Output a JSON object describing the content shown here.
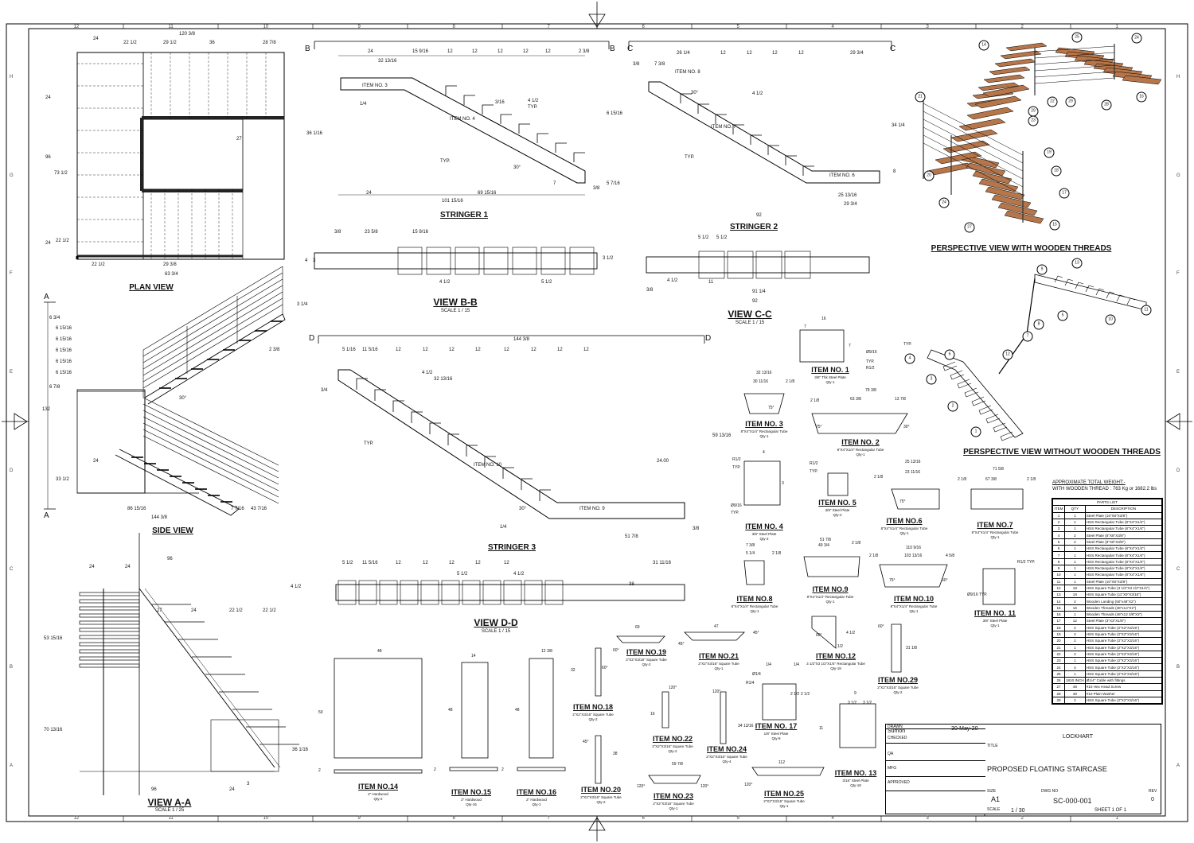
{
  "sheet": {
    "zone_numbers": [
      "12",
      "11",
      "10",
      "9",
      "8",
      "7",
      "6",
      "5",
      "4",
      "3",
      "2",
      "1"
    ],
    "zone_letters": [
      "H",
      "G",
      "F",
      "E",
      "D",
      "C",
      "B",
      "A"
    ]
  },
  "views": {
    "plan": {
      "label": "PLAN VIEW",
      "dims": [
        "120 3/8",
        "24",
        "22 1/2",
        "29 1/2",
        "36",
        "28 7/8",
        "96",
        "73 1/2",
        "27",
        "22 1/2",
        "24",
        "24",
        "63 3/4",
        "22 1/2",
        "29 3/8"
      ]
    },
    "side": {
      "label": "SIDE VIEW",
      "dims": [
        "6 3/4",
        "6 15/16",
        "6 15/16",
        "6 15/16",
        "6 15/16",
        "6 15/16",
        "6 7/8",
        "132",
        "33 1/2",
        "86 15/16",
        "144 3/8",
        "43 7/16",
        "7 7/16",
        "2 3/8",
        "24",
        "3 1/4"
      ],
      "section": "A",
      "angle": "30°"
    },
    "view_aa": {
      "label": "VIEW A-A",
      "scale": "SCALE 1 / 25",
      "dims": [
        "96",
        "24",
        "24",
        "27",
        "24",
        "22 1/2",
        "22 1/2",
        "53 15/16",
        "70 13/16",
        "36 1/16",
        "96",
        "24",
        "3"
      ]
    },
    "stringer1": {
      "label": "STRINGER 1",
      "section": "B",
      "dims": [
        "24",
        "15 9/16",
        "12",
        "12",
        "12",
        "12",
        "12",
        "2 3/8",
        "32 13/16",
        "36 1/16",
        "101 15/16",
        "69 15/16",
        "24",
        "3/8",
        "5 7/16",
        "6 15/16",
        "7"
      ],
      "callouts": [
        "ITEM NO. 3",
        "ITEM NO. 4",
        "1/4",
        "3/16",
        "4 1/2",
        "TYP.",
        "30°",
        "TYP."
      ]
    },
    "view_bb": {
      "label": "VIEW B-B",
      "scale": "SCALE 1 / 15",
      "dims": [
        "3/8",
        "23 5/8",
        "15 9/16",
        "4 1/2",
        "5 1/2",
        "4",
        "3",
        "3 1/2"
      ]
    },
    "stringer2": {
      "label": "STRINGER 2",
      "section": "C",
      "dims": [
        "26 1/4",
        "12",
        "12",
        "12",
        "12",
        "29 3/4",
        "7 3/8",
        "3/8",
        "92",
        "25 13/16",
        "29 3/4",
        "34 1/4",
        "8"
      ],
      "callouts": [
        "ITEM NO. 8",
        "ITEM NO. 7",
        "ITEM NO. 6",
        "30°",
        "TYP.",
        "4 1/2"
      ]
    },
    "view_cc": {
      "label": "VIEW C-C",
      "scale": "SCALE 1 / 15",
      "dims": [
        "5 1/2",
        "5 1/2",
        "4 1/2",
        "11",
        "91 1/4",
        "92",
        "3/8"
      ]
    },
    "stringer3": {
      "label": "STRINGER 3",
      "section": "D",
      "dims": [
        "144 3/8",
        "5 1/16",
        "11 5/16",
        "12",
        "12",
        "12",
        "12",
        "12",
        "12",
        "12",
        "12",
        "4 1/2",
        "32 13/16",
        "24.00",
        "51 7/8",
        "59 13/16",
        "3/8",
        "3/4"
      ],
      "callouts": [
        "ITEM NO. 10",
        "ITEM NO. 9",
        "30°",
        "TYP.",
        "1/4"
      ]
    },
    "view_dd": {
      "label": "VIEW D-D",
      "scale": "SCALE 1 / 15",
      "dims": [
        "5 1/2",
        "11 5/16",
        "12",
        "12",
        "12",
        "12",
        "12",
        "31 11/16",
        "5 1/2",
        "4 1/2",
        "38",
        "4 1/2"
      ]
    },
    "perspective_wood": {
      "label": "PERSPECTIVE VIEW WITH WOODEN THREADS",
      "balloons": [
        "14",
        "25",
        "24",
        "22",
        "29",
        "28",
        "16",
        "21",
        "23",
        "19",
        "18",
        "17",
        "15",
        "27",
        "24",
        "20",
        "29"
      ]
    },
    "perspective_no_wood": {
      "label": "PERSPECTIVE VIEW WITHOUT WOODEN THREADS",
      "balloons": [
        "13",
        "9",
        "11",
        "10",
        "5",
        "8",
        "7",
        "6",
        "12",
        "4",
        "3",
        "2",
        "1"
      ]
    }
  },
  "items": [
    {
      "id": "1",
      "label": "ITEM NO. 1",
      "desc": "3/8\" Thk Steel Plate",
      "qty": "Qty-1",
      "dims": [
        "16",
        "7",
        "7",
        "Ø9/16",
        "TYP.",
        "R1/2",
        "TYP."
      ]
    },
    {
      "id": "2",
      "label": "ITEM NO. 2",
      "desc": "8\"X4\"X1/4\" Rectangular Tube",
      "qty": "Qty-1",
      "dims": [
        "79 3/8",
        "63 3/8",
        "13 7/8",
        "2 1/8",
        "75°",
        "30°"
      ]
    },
    {
      "id": "3",
      "label": "ITEM NO. 3",
      "desc": "8\"X4\"X1/4\" Rectangular Tube",
      "qty": "Qty-1",
      "dims": [
        "32 13/16",
        "30 11/16",
        "2 1/8",
        "75°"
      ]
    },
    {
      "id": "4",
      "label": "ITEM NO. 4",
      "desc": "3/8\" Steel Plate",
      "qty": "Qty-2",
      "dims": [
        "R1/2",
        "TYP.",
        "Ø9/16",
        "TYP.",
        "4",
        "3"
      ]
    },
    {
      "id": "5",
      "label": "ITEM NO. 5",
      "desc": "3/8\" Steel Plate",
      "qty": "Qty-2",
      "dims": [
        "R1/2",
        "TYP."
      ]
    },
    {
      "id": "6",
      "label": "ITEM NO.6",
      "desc": "8\"X4\"X1/4\" Rectangular Tube",
      "qty": "Qty-1",
      "dims": [
        "25 13/16",
        "23 11/16",
        "2 1/8",
        "75°"
      ]
    },
    {
      "id": "7",
      "label": "ITEM NO.7",
      "desc": "8\"X4\"X1/4\" Rectangular Tube",
      "qty": "Qty-1",
      "dims": [
        "71 5/8",
        "67 3/8",
        "2 1/8",
        "2 1/8"
      ]
    },
    {
      "id": "8",
      "label": "ITEM NO.8",
      "desc": "8\"X4\"X1/4\" Rectangular Tube",
      "qty": "Qty-1",
      "dims": [
        "7 3/8",
        "5 1/4",
        "2 1/8"
      ]
    },
    {
      "id": "9",
      "label": "ITEM NO.9",
      "desc": "8\"X4\"X1/4\" Rectangular Tube",
      "qty": "Qty-1",
      "dims": [
        "51 7/8",
        "49 3/4",
        "2 1/8"
      ]
    },
    {
      "id": "10",
      "label": "ITEM NO.10",
      "desc": "8\"X4\"X1/4\" Rectangular Tube",
      "qty": "Qty-1",
      "dims": [
        "110 9/16",
        "103 13/16",
        "4 5/8",
        "2 1/8",
        "75°",
        "60°"
      ]
    },
    {
      "id": "11",
      "label": "ITEM NO. 11",
      "desc": "3/8\" Steel Plate",
      "qty": "Qty-1",
      "dims": [
        "R1/2 TYP.",
        "Ø9/16 TYP."
      ]
    },
    {
      "id": "12",
      "label": "ITEM NO.12",
      "desc": "3 1/2\"X3 1/2\"X1/4\" Rectangular Tube",
      "qty": "Qty-18",
      "dims": [
        "60°",
        "4 1/2",
        "1/2"
      ]
    },
    {
      "id": "13",
      "label": "ITEM NO. 13",
      "desc": "3/16\" Steel Plate",
      "qty": "Qty-18",
      "dims": [
        "9",
        "3 1/2",
        "3 1/2",
        "11"
      ]
    },
    {
      "id": "14",
      "label": "ITEM NO.14",
      "desc": "2\" Hardwood",
      "qty": "Qty-2",
      "dims": [
        "48",
        "50",
        "2"
      ]
    },
    {
      "id": "15",
      "label": "ITEM NO.15",
      "desc": "2\" Hardwood",
      "qty": "Qty-16",
      "dims": [
        "14",
        "48",
        "2"
      ]
    },
    {
      "id": "16",
      "label": "ITEM NO.16",
      "desc": "2\" Hardwood",
      "qty": "Qty-1",
      "dims": [
        "12 3/8",
        "48",
        "2"
      ]
    },
    {
      "id": "17",
      "label": "ITEM NO. 17",
      "desc": "1/8\" Steel Plate",
      "qty": "Qty-8",
      "dims": [
        "1/4",
        "1/4",
        "2 1/2",
        "2 1/2",
        "R1/4",
        "Ø1/4"
      ]
    },
    {
      "id": "18",
      "label": "ITEM NO.18",
      "desc": "2\"X2\"X3/16\" Square Tube",
      "qty": "Qty-2",
      "dims": [
        "32",
        "60°"
      ]
    },
    {
      "id": "19",
      "label": "ITEM NO.19",
      "desc": "2\"X2\"X3/16\" Square Tube",
      "qty": "Qty-2",
      "dims": [
        "69",
        "60°"
      ]
    },
    {
      "id": "20",
      "label": "ITEM NO.20",
      "desc": "2\"X2\"X3/16\" Square Tube",
      "qty": "Qty-2",
      "dims": [
        "45°",
        "38"
      ]
    },
    {
      "id": "21",
      "label": "ITEM NO.21",
      "desc": "2\"X2\"X3/16\" Square Tube",
      "qty": "Qty-1",
      "dims": [
        "47",
        "45°",
        "45°"
      ]
    },
    {
      "id": "22",
      "label": "ITEM NO.22",
      "desc": "2\"X2\"X3/16\" Square Tube",
      "qty": "Qty-2",
      "dims": [
        "120°",
        "16"
      ]
    },
    {
      "id": "23",
      "label": "ITEM NO.23",
      "desc": "2\"X2\"X3/16\" Square Tube",
      "qty": "Qty-1",
      "dims": [
        "59 7/8",
        "120°",
        "120°"
      ]
    },
    {
      "id": "24",
      "label": "ITEM NO.24",
      "desc": "2\"X2\"X3/16\" Square Tube",
      "qty": "Qty-4",
      "dims": [
        "120°",
        "34 13/16"
      ]
    },
    {
      "id": "25",
      "label": "ITEM NO.25",
      "desc": "2\"X2\"X3/16\" Square Tube",
      "qty": "Qty-1",
      "dims": [
        "112",
        "120°"
      ]
    },
    {
      "id": "29",
      "label": "ITEM NO.29",
      "desc": "2\"X2\"X3/16\" Square Tube",
      "qty": "Qty-2",
      "dims": [
        "60°",
        "31 1/8"
      ]
    }
  ],
  "weight": {
    "heading": "APPROXIMATE TOTAL WEIGHT:-",
    "value": "WITH WOODEN THREAD : 763 Kg or 1682.2 lbs"
  },
  "parts_list": {
    "title": "PARTS LIST",
    "headers": [
      "ITEM",
      "QTY",
      "DESCRIPTION"
    ],
    "rows": [
      [
        "1",
        "1",
        "Steel Plate (16\"X8\"X3/8\")"
      ],
      [
        "2",
        "1",
        "HSS Rectangular Tube (8\"X4\"X1/4\")"
      ],
      [
        "3",
        "1",
        "HSS Rectangular Tube (8\"X4\"X1/4\")"
      ],
      [
        "4",
        "2",
        "Steel Plate (8\"X8\"X3/8\")"
      ],
      [
        "5",
        "2",
        "Steel Plate (8\"X8\"X3/8\")"
      ],
      [
        "6",
        "1",
        "HSS Rectangular Tube (8\"X4\"X1/4\")"
      ],
      [
        "7",
        "1",
        "HSS Rectangular Tube (8\"X4\"X1/4\")"
      ],
      [
        "8",
        "1",
        "HSS Rectangular Tube (8\"X4\"X1/4\")"
      ],
      [
        "9",
        "1",
        "HSS Rectangular Tube (8\"X4\"X1/4\")"
      ],
      [
        "10",
        "1",
        "HSS Rectangular Tube (8\"X4\"X1/4\")"
      ],
      [
        "11",
        "1",
        "Steel Plate (10\"X8\"X3/8\")"
      ],
      [
        "12",
        "18",
        "HSS Square Tube (3 1/2\"X3 1/2\"X1/4\")"
      ],
      [
        "13",
        "18",
        "HSS Square Tube (11\"X9\"X3/16\")"
      ],
      [
        "14",
        "2",
        "Wooden Landing (50\"x48\"X2\")"
      ],
      [
        "15",
        "16",
        "Wooden Threads (48\"x14\"X2\")"
      ],
      [
        "16",
        "1",
        "Wooden Threads (48\"x12 3/8\"X2\")"
      ],
      [
        "17",
        "12",
        "Steel Plate (3\"X3\"X1/8\")"
      ],
      [
        "18",
        "2",
        "HSS Square Tube (2\"X2\"X3/16\")"
      ],
      [
        "19",
        "2",
        "HSS Square Tube (2\"X2\"X3/16\")"
      ],
      [
        "20",
        "2",
        "HSS Square Tube (2\"X2\"X3/16\")"
      ],
      [
        "21",
        "1",
        "HSS Square Tube (2\"X2\"X3/16\")"
      ],
      [
        "22",
        "2",
        "HSS Square Tube (2\"X2\"X3/16\")"
      ],
      [
        "23",
        "1",
        "HSS Square Tube (2\"X2\"X3/16\")"
      ],
      [
        "24",
        "4",
        "HSS Square Tube (2\"X2\"X3/16\")"
      ],
      [
        "25",
        "1",
        "HSS Square Tube (2\"X2\"X3/16\")"
      ],
      [
        "26",
        "1810 INCH",
        "Ø1/4\" Cable with fittings"
      ],
      [
        "27",
        "48",
        "#10 Hex Head Screw"
      ],
      [
        "28",
        "48",
        "#10 Plain Washer"
      ],
      [
        "29",
        "2",
        "HSS Square Tube (2\"X2\"X3/16\")"
      ]
    ]
  },
  "title_block": {
    "drawn_label": "DRAWN",
    "drawn_by": "Sumon",
    "date": "30-May-20",
    "checked_label": "CHECKED",
    "qa_label": "QA",
    "mfg_label": "MFG",
    "approved_label": "APPROVED",
    "company": "LOCKHART",
    "title_label": "TITLE",
    "title": "PROPOSED FLOATING STAIRCASE",
    "size_label": "SIZE",
    "size": "A1",
    "dwg_label": "DWG NO",
    "dwg_no": "SC-000-001",
    "rev_label": "REV",
    "rev": "0",
    "scale_label": "SCALE",
    "scale": "1 / 30",
    "sheet": "SHEET 1  OF 1"
  }
}
